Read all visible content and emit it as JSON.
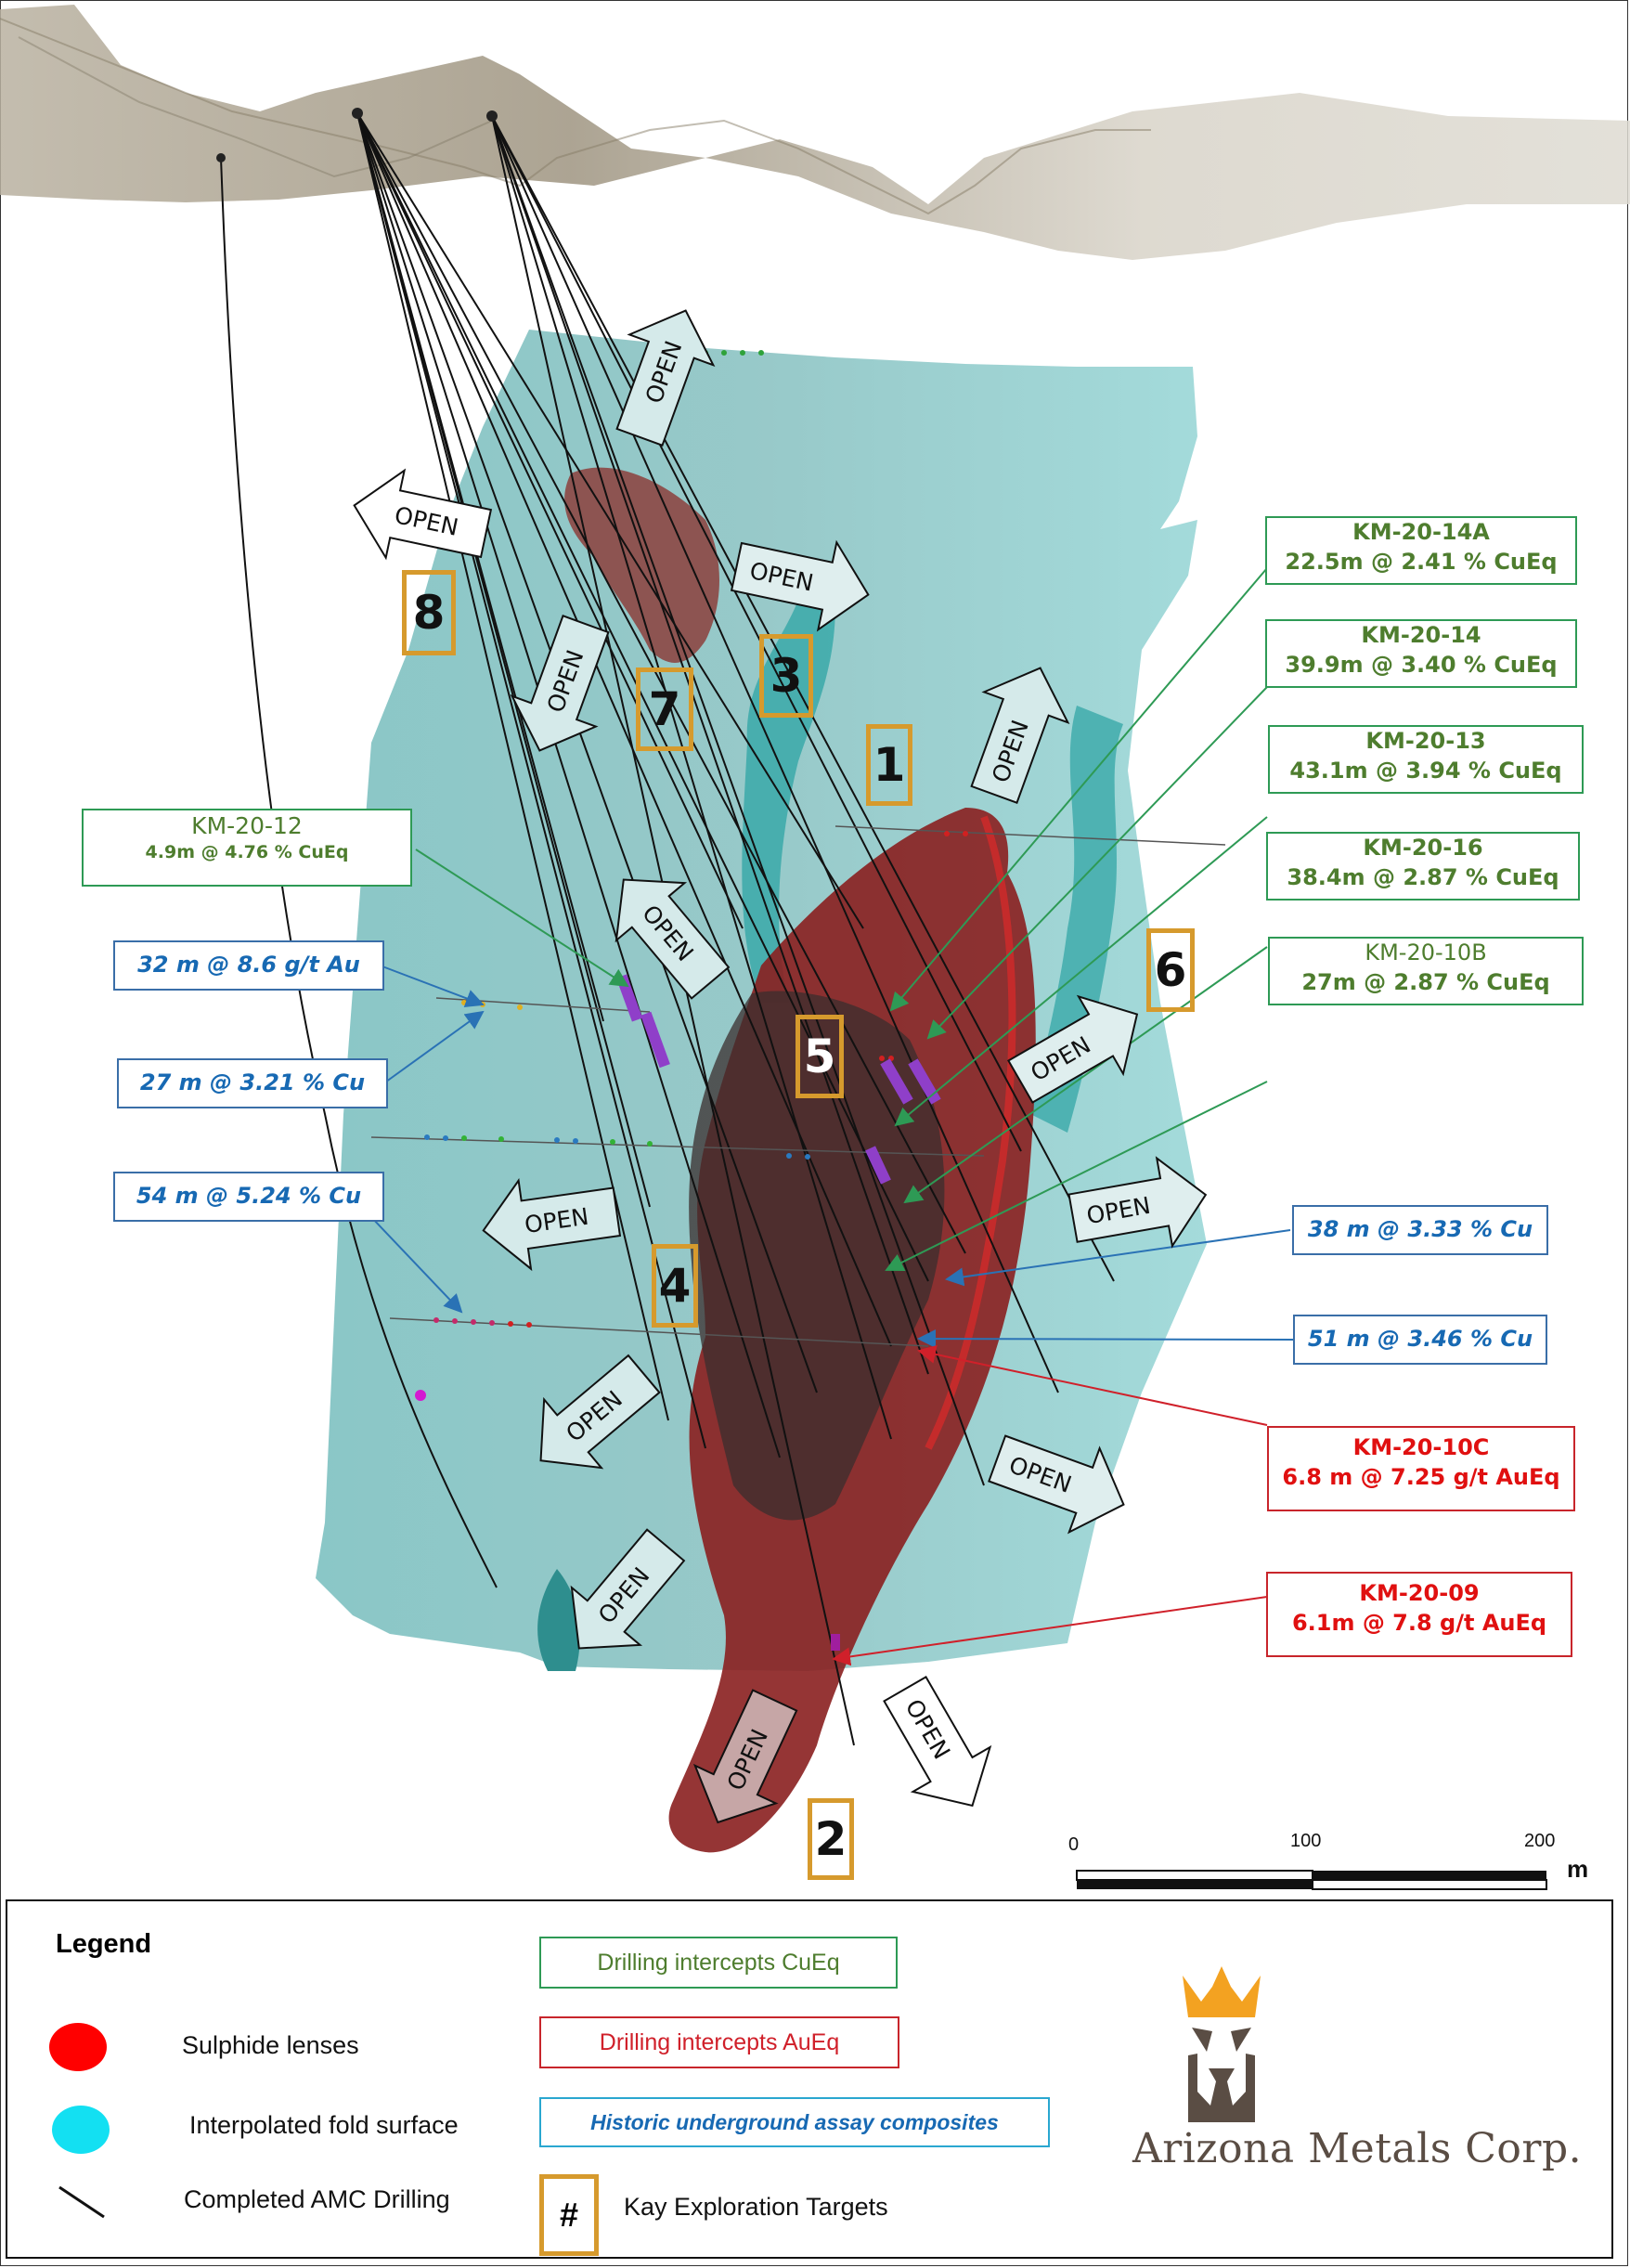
{
  "colors": {
    "cueq_border": "#2e9a55",
    "cueq_text": "#4e7d2e",
    "aueq_border": "#c8252b",
    "aueq_text": "#e01010",
    "historic_border": "#3a6ea8",
    "historic_text": "#1769b3",
    "target_border": "#d69a2d",
    "sulphide": "#ff0000",
    "fold_surface": "#13e0f2",
    "logo_crown": "#f3a221",
    "logo_brown": "#5a4d44"
  },
  "callouts": {
    "km_20_14a": {
      "hole": "KM-20-14A",
      "intercept": "22.5m @ 2.41 % CuEq"
    },
    "km_20_14": {
      "hole": "KM-20-14",
      "intercept": "39.9m @ 3.40 % CuEq"
    },
    "km_20_13": {
      "hole": "KM-20-13",
      "intercept": "43.1m @ 3.94 % CuEq"
    },
    "km_20_16": {
      "hole": "KM-20-16",
      "intercept": "38.4m @ 2.87 % CuEq"
    },
    "km_20_10b": {
      "hole": "KM-20-10B",
      "intercept": "27m @ 2.87 % CuEq"
    },
    "km_20_12": {
      "hole": "KM-20-12",
      "intercept": "4.9m @ 4.76 % CuEq"
    },
    "km_20_10c": {
      "hole": "KM-20-10C",
      "intercept": "6.8 m @ 7.25 g/t AuEq"
    },
    "km_20_09": {
      "hole": "KM-20-09",
      "intercept": "6.1m @ 7.8 g/t AuEq"
    },
    "historic_1": "32 m @ 8.6 g/t Au",
    "historic_2": "27 m @ 3.21 % Cu",
    "historic_3": "54 m @ 5.24 % Cu",
    "historic_4": "38 m @ 3.33 % Cu",
    "historic_5": "51 m @ 3.46 % Cu"
  },
  "open_arrow_label": "OPEN",
  "targets": [
    "1",
    "2",
    "3",
    "4",
    "5",
    "6",
    "7",
    "8"
  ],
  "scale_bar": {
    "ticks": [
      "0",
      "100",
      "200"
    ],
    "unit": "m"
  },
  "legend": {
    "title": "Legend",
    "sulphide": "Sulphide lenses",
    "fold": "Interpolated fold surface",
    "drilling": "Completed AMC Drilling",
    "cueq": "Drilling intercepts CuEq",
    "aueq": "Drilling intercepts AuEq",
    "historic": "Historic underground assay composites",
    "target_symbol": "#",
    "targets": "Kay Exploration Targets",
    "company": "Arizona Metals Corp."
  }
}
